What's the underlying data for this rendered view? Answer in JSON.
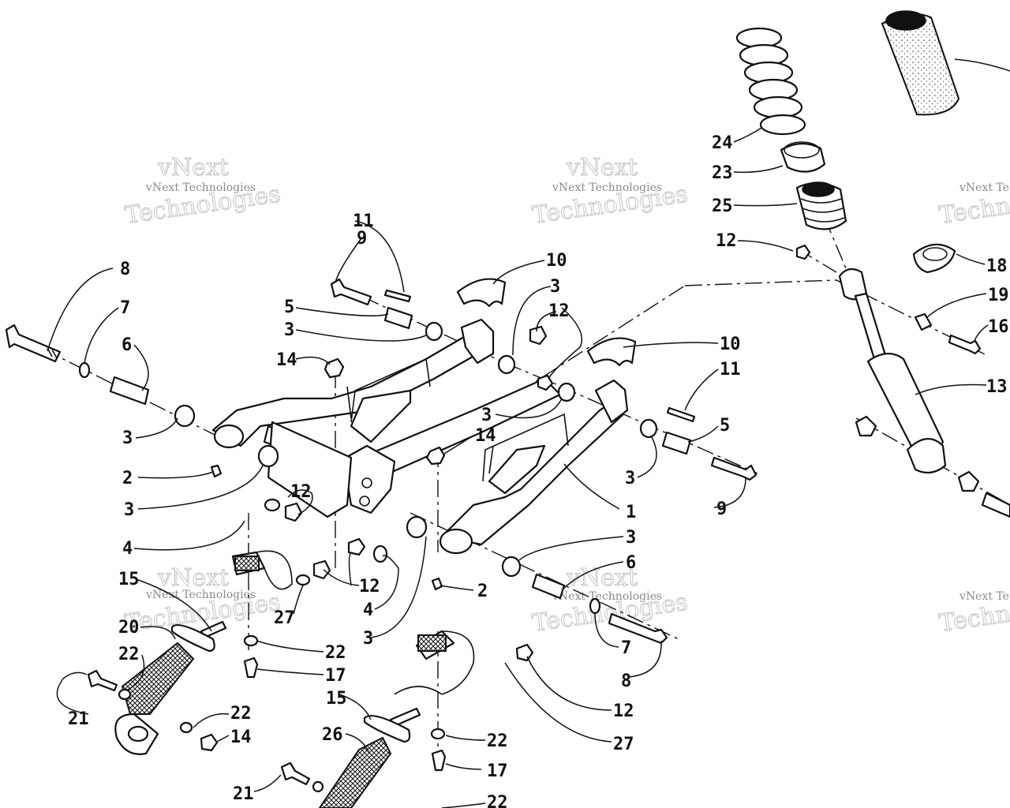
{
  "watermark": {
    "line_small": "vNext Technologies",
    "line_big": "Technologies",
    "line_top": "vNext",
    "partial_small": "vNext Te",
    "partial_big": "Techn"
  },
  "callouts": [
    {
      "id": "c8a",
      "label": "8"
    },
    {
      "id": "c7a",
      "label": "7"
    },
    {
      "id": "c6a",
      "label": "6"
    },
    {
      "id": "c3a",
      "label": "3"
    },
    {
      "id": "c2a",
      "label": "2"
    },
    {
      "id": "c3b",
      "label": "3"
    },
    {
      "id": "c4a",
      "label": "4"
    },
    {
      "id": "c15a",
      "label": "15"
    },
    {
      "id": "c20",
      "label": "20"
    },
    {
      "id": "c22a",
      "label": "22"
    },
    {
      "id": "c21a",
      "label": "21"
    },
    {
      "id": "c22b",
      "label": "22"
    },
    {
      "id": "c14a",
      "label": "14"
    },
    {
      "id": "c11a",
      "label": "11"
    },
    {
      "id": "c9a",
      "label": "9"
    },
    {
      "id": "c5a",
      "label": "5"
    },
    {
      "id": "c3c",
      "label": "3"
    },
    {
      "id": "c14b",
      "label": "14"
    },
    {
      "id": "c10a",
      "label": "10"
    },
    {
      "id": "c3d",
      "label": "3"
    },
    {
      "id": "c12a",
      "label": "12"
    },
    {
      "id": "c10b",
      "label": "10"
    },
    {
      "id": "c11b",
      "label": "11"
    },
    {
      "id": "c3e",
      "label": "3"
    },
    {
      "id": "c14c",
      "label": "14"
    },
    {
      "id": "c5b",
      "label": "5"
    },
    {
      "id": "c3f",
      "label": "3"
    },
    {
      "id": "c9b",
      "label": "9"
    },
    {
      "id": "c1",
      "label": "1"
    },
    {
      "id": "c3g",
      "label": "3"
    },
    {
      "id": "c6b",
      "label": "6"
    },
    {
      "id": "c12b",
      "label": "12"
    },
    {
      "id": "c12c",
      "label": "12"
    },
    {
      "id": "c27a",
      "label": "27"
    },
    {
      "id": "c4b",
      "label": "4"
    },
    {
      "id": "c3h",
      "label": "3"
    },
    {
      "id": "c2b",
      "label": "2"
    },
    {
      "id": "c22c",
      "label": "22"
    },
    {
      "id": "c17a",
      "label": "17"
    },
    {
      "id": "c7b",
      "label": "7"
    },
    {
      "id": "c8b",
      "label": "8"
    },
    {
      "id": "c12d",
      "label": "12"
    },
    {
      "id": "c27b",
      "label": "27"
    },
    {
      "id": "c15b",
      "label": "15"
    },
    {
      "id": "c26",
      "label": "26"
    },
    {
      "id": "c22d",
      "label": "22"
    },
    {
      "id": "c17b",
      "label": "17"
    },
    {
      "id": "c21b",
      "label": "21"
    },
    {
      "id": "c22e",
      "label": "22"
    },
    {
      "id": "c24",
      "label": "24"
    },
    {
      "id": "c23",
      "label": "23"
    },
    {
      "id": "c25",
      "label": "25"
    },
    {
      "id": "c12e",
      "label": "12"
    },
    {
      "id": "c18",
      "label": "18"
    },
    {
      "id": "c19",
      "label": "19"
    },
    {
      "id": "c16",
      "label": "16"
    },
    {
      "id": "c13",
      "label": "13"
    }
  ]
}
